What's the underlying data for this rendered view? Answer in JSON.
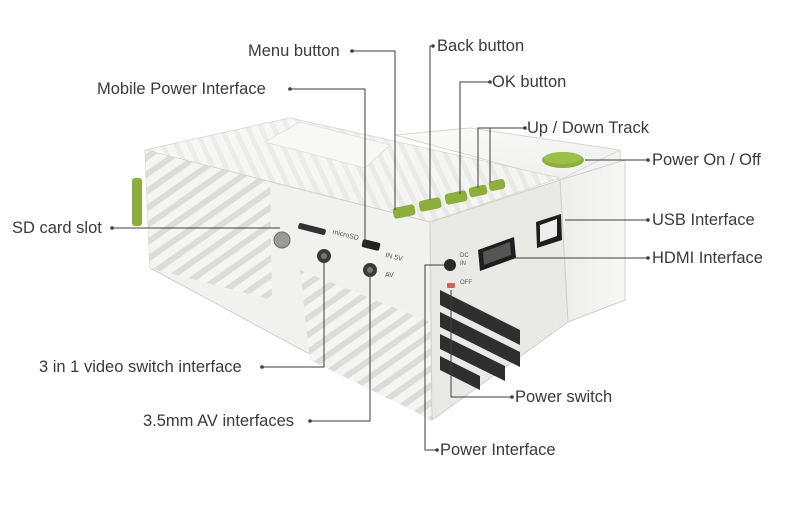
{
  "labels": {
    "menu_button": "Menu button",
    "back_button": "Back button",
    "mobile_power": "Mobile Power Interface",
    "ok_button": "OK button",
    "up_down": "Up / Down Track",
    "power_on_off": "Power On / Off",
    "sd_card": "SD card slot",
    "usb": "USB Interface",
    "hdmi": "HDMI Interface",
    "video_switch": "3 in 1 video switch interface",
    "av": "3.5mm AV interfaces",
    "power_switch": "Power switch",
    "power_interface": "Power Interface"
  },
  "device_text": {
    "microsd": "microSD",
    "in5v": "IN 5V",
    "av": "AV",
    "dc_in": "DC IN",
    "off": "OFF"
  },
  "colors": {
    "button_green": "#8cae3a",
    "body_white": "#f2f2f0",
    "stripe": "#d9d9d6",
    "vent_dark": "#2e2e2e",
    "port_dark": "#222222"
  }
}
